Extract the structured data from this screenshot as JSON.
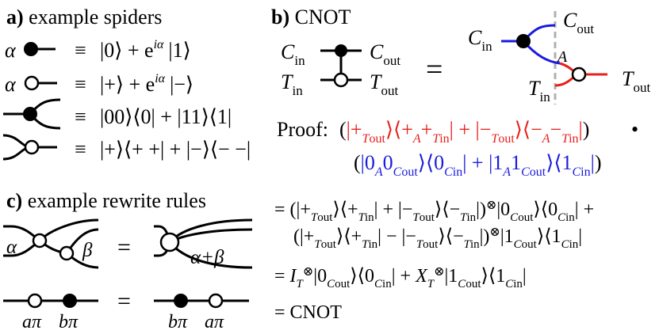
{
  "colors": {
    "red": "#e8201c",
    "blue": "#1a1adf",
    "gray": "#b0b0b0",
    "black": "#000000"
  },
  "panel_a": {
    "letter": "a)",
    "title": "example spiders",
    "equiv": "≡",
    "rows": [
      {
        "label": "α",
        "formula": "|0⟩ + e",
        "exp": "iα",
        "tail": "|1⟩"
      },
      {
        "label": "α",
        "formula": "|+⟩ + e",
        "exp": "iα",
        "tail": "|−⟩"
      },
      {
        "formula": "|00⟩⟨0| + |11⟩⟨1|"
      },
      {
        "formula": "|+⟩⟨+ +| + |−⟩⟨− −|"
      }
    ]
  },
  "panel_b": {
    "letter": "b)",
    "title": "CNOT",
    "c": "C",
    "c_in": "in",
    "c_out": "out",
    "t": "T",
    "t_in": "in",
    "t_out": "out",
    "a": "A",
    "equals": "=",
    "bullet": "•"
  },
  "panel_c": {
    "letter": "c)",
    "title": "example rewrite rules",
    "alpha": "α",
    "beta": "β",
    "sum": "α+β",
    "equals": "=",
    "apibpi_left": [
      "aπ",
      "bπ"
    ],
    "apibpi_right": [
      "bπ",
      "aπ"
    ]
  },
  "proof": {
    "label": "Proof:",
    "line1_red": "(|+",
    "line2_blue": "(|0",
    "result": "= CNOT"
  }
}
